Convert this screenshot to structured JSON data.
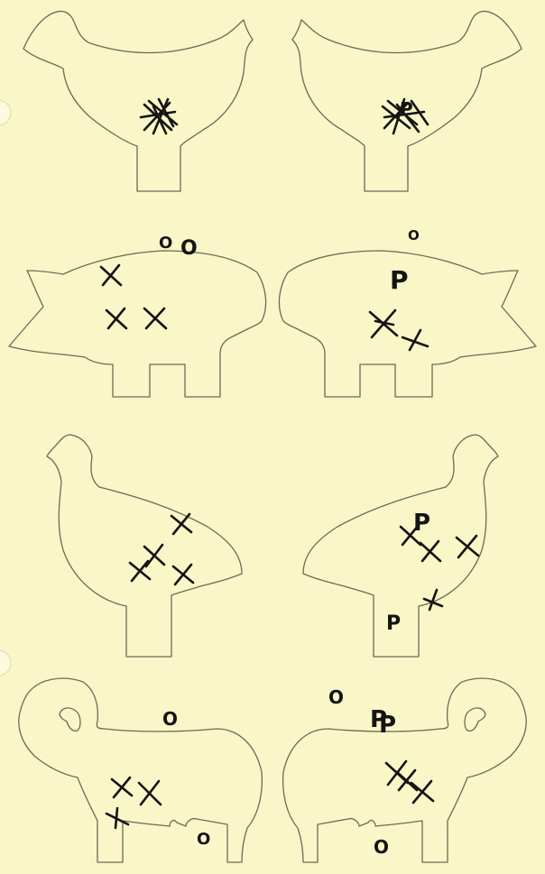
{
  "page": {
    "background": "#f9f6c7",
    "outline_color": "#6e6a58",
    "mark_color": "#141414"
  },
  "targets": [
    {
      "name": "chicken-left",
      "shape": "chicken"
    },
    {
      "name": "chicken-right",
      "shape": "chicken"
    },
    {
      "name": "pig-left",
      "shape": "pig"
    },
    {
      "name": "pig-right",
      "shape": "pig"
    },
    {
      "name": "turkey-left",
      "shape": "turkey"
    },
    {
      "name": "turkey-right",
      "shape": "turkey"
    },
    {
      "name": "ram-left",
      "shape": "ram"
    },
    {
      "name": "ram-right",
      "shape": "ram"
    }
  ],
  "marks": {
    "hit_symbol": "X",
    "miss_symbol": "O",
    "pellet_symbol": "P"
  }
}
